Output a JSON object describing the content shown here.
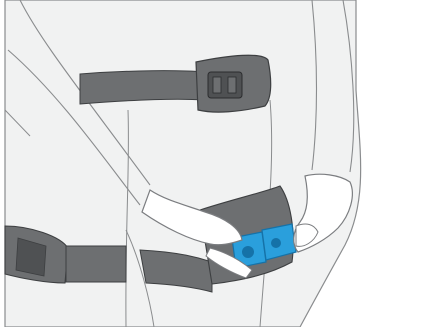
{
  "illustration": {
    "colors": {
      "background": "#ffffff",
      "figure_fill": "#f1f2f2",
      "figure_stroke": "#8a8c8e",
      "strap_fill": "#6d6f71",
      "strap_dark": "#4f5153",
      "strap_stroke": "#3d3f41",
      "buckle_blue": "#2a9fdc",
      "buckle_blue_dark": "#1572a8",
      "glove_fill": "#ffffff",
      "glove_stroke": "#7b7d80"
    },
    "parts": [
      "back-view-torso",
      "upper-waist-belt",
      "black-side-release-buckle",
      "lower-leg-strap",
      "blue-side-release-buckle",
      "gloved-left-hand",
      "gloved-right-hand"
    ]
  }
}
